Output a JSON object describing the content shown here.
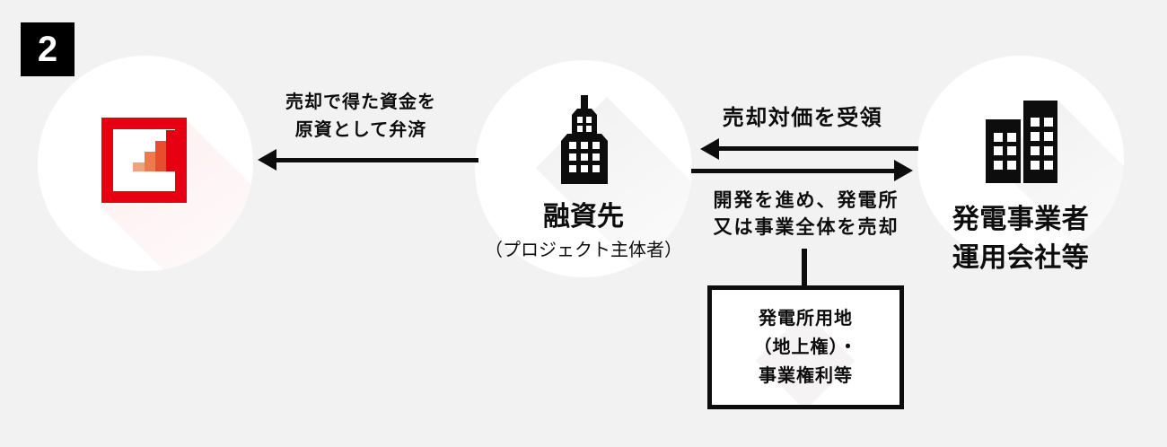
{
  "colors": {
    "background": "#f2f2f2",
    "ink": "#0d0d0d",
    "accent_red": "#e60012",
    "bar_colors": [
      "#f2a17b",
      "#ee7a4f",
      "#e74e2b",
      "#e60012"
    ]
  },
  "step_badge": {
    "number": "2"
  },
  "entities": {
    "lender": {
      "icon": "bar-chart-logo"
    },
    "borrower": {
      "icon": "office-building",
      "name": "融資先",
      "subtitle": "（プロジェクト主体者）"
    },
    "operator": {
      "icon": "twin-buildings",
      "name_line1": "発電事業者",
      "name_line2": "運用会社等"
    }
  },
  "flows": {
    "repayment": {
      "direction": "left",
      "label_line1": "売却で得た資金を",
      "label_line2": "原資として弁済"
    },
    "proceeds": {
      "direction": "left",
      "label": "売却対価を受領"
    },
    "sale": {
      "direction": "right",
      "label_line1": "開発を進め、発電所",
      "label_line2": "又は事業全体を売却"
    }
  },
  "asset_box": {
    "line1": "発電所用地",
    "line2": "（地上権）・",
    "line3": "事業権利等"
  }
}
